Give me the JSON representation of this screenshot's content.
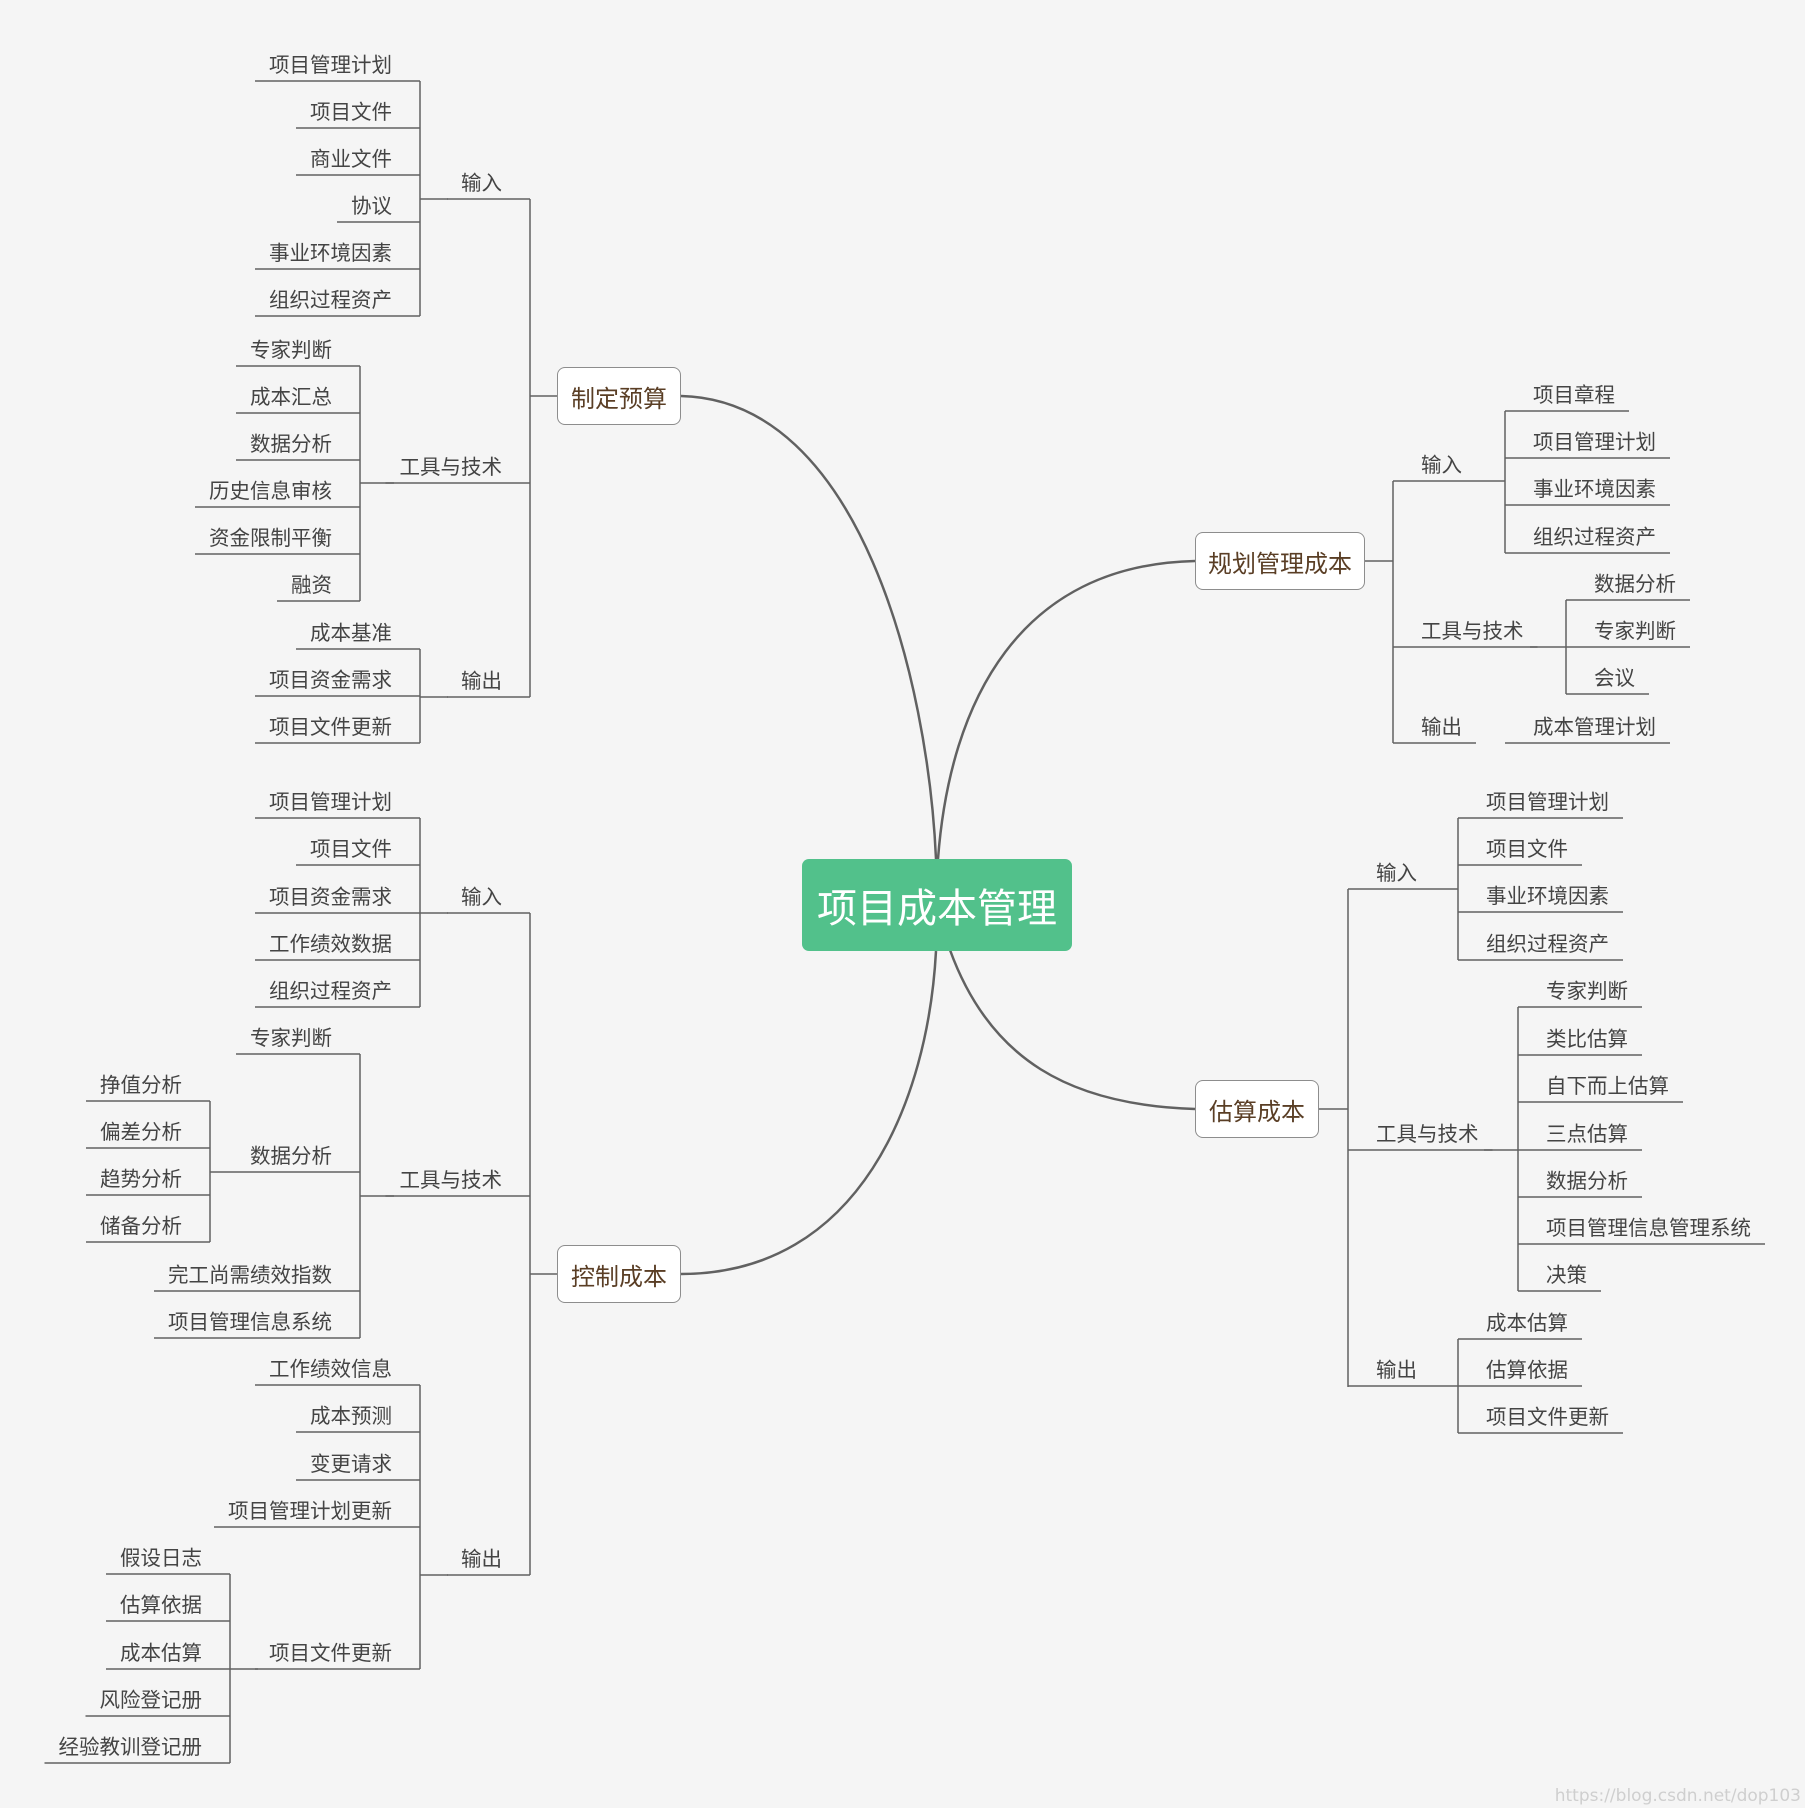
{
  "root": "项目成本管理",
  "watermark": "https://blog.csdn.net/dop103",
  "colors": {
    "background": "#f5f5f5",
    "root_fill": "#52c18b",
    "line": "#616161",
    "text": "#444444",
    "branch_text": "#5a3e25"
  },
  "branches": {
    "plan": {
      "label": "规划管理成本",
      "input_label": "输入",
      "inputs": [
        "项目章程",
        "项目管理计划",
        "事业环境因素",
        "组织过程资产"
      ],
      "tools_label": "工具与技术",
      "tools": [
        "数据分析",
        "专家判断",
        "会议"
      ],
      "output_label": "输出",
      "outputs": [
        "成本管理计划"
      ]
    },
    "estimate": {
      "label": "估算成本",
      "input_label": "输入",
      "inputs": [
        "项目管理计划",
        "项目文件",
        "事业环境因素",
        "组织过程资产"
      ],
      "tools_label": "工具与技术",
      "tools": [
        "专家判断",
        "类比估算",
        "自下而上估算",
        "三点估算",
        "数据分析",
        "项目管理信息管理系统",
        "决策"
      ],
      "output_label": "输出",
      "outputs": [
        "成本估算",
        "估算依据",
        "项目文件更新"
      ]
    },
    "budget": {
      "label": "制定预算",
      "input_label": "输入",
      "inputs": [
        "项目管理计划",
        "项目文件",
        "商业文件",
        "协议",
        "事业环境因素",
        "组织过程资产"
      ],
      "tools_label": "工具与技术",
      "tools": [
        "专家判断",
        "成本汇总",
        "数据分析",
        "历史信息审核",
        "资金限制平衡",
        "融资"
      ],
      "output_label": "输出",
      "outputs": [
        "成本基准",
        "项目资金需求",
        "项目文件更新"
      ]
    },
    "control": {
      "label": "控制成本",
      "input_label": "输入",
      "inputs": [
        "项目管理计划",
        "项目文件",
        "项目资金需求",
        "工作绩效数据",
        "组织过程资产"
      ],
      "tools_label": "工具与技术",
      "tools": [
        "专家判断",
        "数据分析",
        "完工尚需绩效指数",
        "项目管理信息系统"
      ],
      "data_analysis_label": "数据分析",
      "data_analysis_items": [
        "挣值分析",
        "偏差分析",
        "趋势分析",
        "储备分析"
      ],
      "output_label": "输出",
      "outputs": [
        "工作绩效信息",
        "成本预测",
        "变更请求",
        "项目管理计划更新",
        "项目文件更新"
      ],
      "doc_update_label": "项目文件更新",
      "doc_update_items": [
        "假设日志",
        "估算依据",
        "成本估算",
        "风险登记册",
        "经验教训登记册"
      ]
    }
  }
}
